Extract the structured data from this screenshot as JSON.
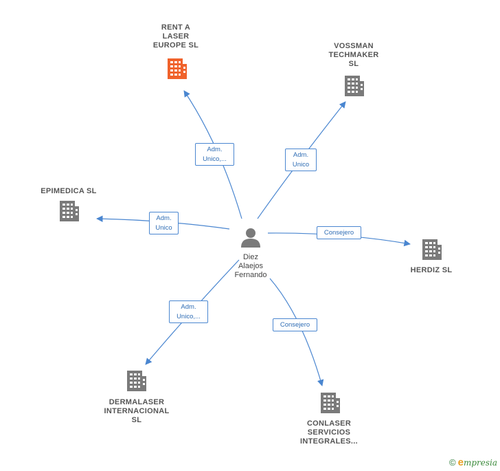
{
  "center": {
    "name": "Diez\nAlaejos\nFernando",
    "icon": "person-icon"
  },
  "companies": [
    {
      "id": "rent-a-laser",
      "name": "RENT A\nLASER\nEUROPE  SL",
      "icon": "building-icon",
      "highlight": true
    },
    {
      "id": "vossman",
      "name": "VOSSMAN\nTECHMAKER\nSL",
      "icon": "building-icon",
      "highlight": false
    },
    {
      "id": "epimedica",
      "name": "EPIMEDICA  SL",
      "icon": "building-icon",
      "highlight": false
    },
    {
      "id": "herdiz",
      "name": "HERDIZ  SL",
      "icon": "building-icon",
      "highlight": false
    },
    {
      "id": "dermalaser",
      "name": "DERMALASER\nINTERNACIONAL\nSL",
      "icon": "building-icon",
      "highlight": false
    },
    {
      "id": "conlaser",
      "name": "CONLASER\nSERVICIOS\nINTEGRALES...",
      "icon": "building-icon",
      "highlight": false
    }
  ],
  "relations": [
    {
      "to": "rent-a-laser",
      "label": "Adm.\nUnico,..."
    },
    {
      "to": "vossman",
      "label": "Adm.\nUnico"
    },
    {
      "to": "epimedica",
      "label": "Adm.\nUnico"
    },
    {
      "to": "herdiz",
      "label": "Consejero"
    },
    {
      "to": "dermalaser",
      "label": "Adm.\nUnico,..."
    },
    {
      "to": "conlaser",
      "label": "Consejero"
    }
  ],
  "colors": {
    "edge": "#4a86d0",
    "building": "#7a7a7a",
    "building_highlight": "#f0622b",
    "person": "#7a7a7a"
  },
  "footer": {
    "copyright": "©",
    "brand_initial": "e",
    "brand_rest": "mpresia"
  }
}
